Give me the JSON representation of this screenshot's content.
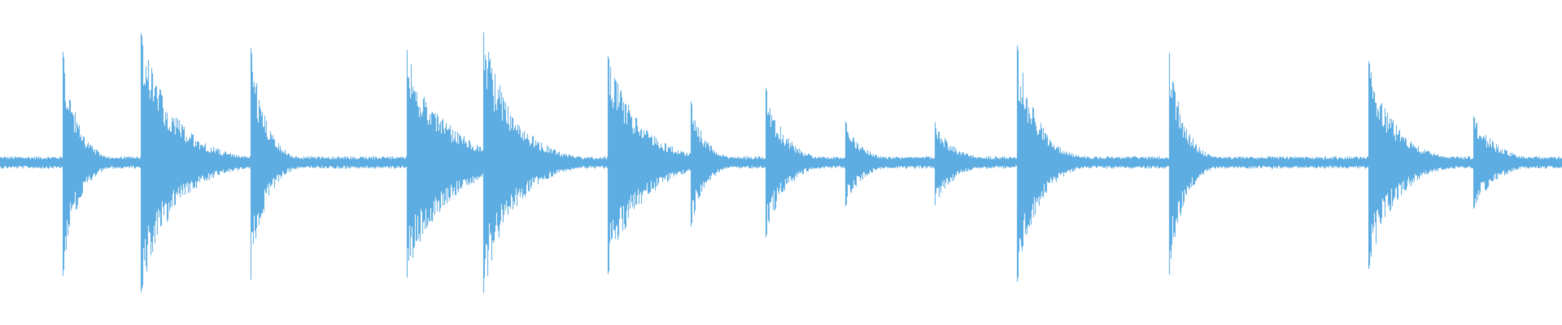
{
  "waveform": {
    "color": "#5dade2",
    "background": "#ffffff",
    "duration": 1.0,
    "baseline_amplitude": 0.02,
    "transients": [
      {
        "t": 0.04,
        "amp_up": 0.43,
        "amp_down": 0.44,
        "decay": 0.01
      },
      {
        "t": 0.09,
        "amp_up": 0.5,
        "amp_down": 0.5,
        "decay": 0.022
      },
      {
        "t": 0.16,
        "amp_up": 0.46,
        "amp_down": 0.47,
        "decay": 0.01
      },
      {
        "t": 0.26,
        "amp_up": 0.44,
        "amp_down": 0.45,
        "decay": 0.025
      },
      {
        "t": 0.309,
        "amp_up": 0.51,
        "amp_down": 0.51,
        "decay": 0.02
      },
      {
        "t": 0.389,
        "amp_up": 0.41,
        "amp_down": 0.43,
        "decay": 0.022
      },
      {
        "t": 0.442,
        "amp_up": 0.24,
        "amp_down": 0.25,
        "decay": 0.01
      },
      {
        "t": 0.49,
        "amp_up": 0.29,
        "amp_down": 0.29,
        "decay": 0.013
      },
      {
        "t": 0.541,
        "amp_up": 0.16,
        "amp_down": 0.17,
        "decay": 0.012
      },
      {
        "t": 0.598,
        "amp_up": 0.16,
        "amp_down": 0.17,
        "decay": 0.014
      },
      {
        "t": 0.651,
        "amp_up": 0.45,
        "amp_down": 0.46,
        "decay": 0.014
      },
      {
        "t": 0.748,
        "amp_up": 0.44,
        "amp_down": 0.45,
        "decay": 0.01
      },
      {
        "t": 0.876,
        "amp_up": 0.39,
        "amp_down": 0.41,
        "decay": 0.018
      },
      {
        "t": 0.943,
        "amp_up": 0.18,
        "amp_down": 0.18,
        "decay": 0.016
      }
    ]
  }
}
